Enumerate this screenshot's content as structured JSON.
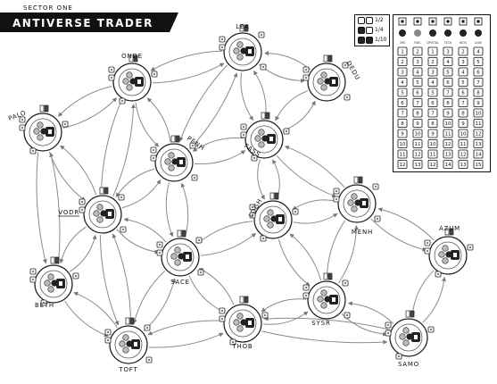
{
  "header": {
    "sector": "SECTOR ONE",
    "title": "ANTIVERSE TRADER"
  },
  "legend": [
    {
      "icon": "die-pair-icon",
      "filled": false,
      "text": "1/2"
    },
    {
      "icon": "die-pair-filled-icon",
      "filled": true,
      "text": "1/4"
    },
    {
      "icon": "die-pair-dark-icon",
      "filled": true,
      "text": "1/10"
    }
  ],
  "planets": [
    {
      "id": "lea",
      "name": "LEA"
    },
    {
      "id": "onde",
      "name": "ONDE"
    },
    {
      "id": "dedu",
      "name": "DEDU"
    },
    {
      "id": "palo",
      "name": "PALO"
    },
    {
      "id": "penh",
      "name": "PENH"
    },
    {
      "id": "fass",
      "name": "FASS"
    },
    {
      "id": "vodr",
      "name": "VODR"
    },
    {
      "id": "logh",
      "name": "LOGH"
    },
    {
      "id": "menh",
      "name": "MENH"
    },
    {
      "id": "azum",
      "name": "AZUM"
    },
    {
      "id": "sace",
      "name": "SACE"
    },
    {
      "id": "beth",
      "name": "BETH"
    },
    {
      "id": "sysr",
      "name": "SYSR"
    },
    {
      "id": "thob",
      "name": "THOB"
    },
    {
      "id": "toft",
      "name": "TOFT"
    },
    {
      "id": "samo",
      "name": "SAMO"
    }
  ],
  "routes": [
    [
      "onde",
      "lea"
    ],
    [
      "lea",
      "dedu"
    ],
    [
      "onde",
      "palo"
    ],
    [
      "onde",
      "penh"
    ],
    [
      "onde",
      "vodr"
    ],
    [
      "lea",
      "fass"
    ],
    [
      "lea",
      "penh"
    ],
    [
      "dedu",
      "fass"
    ],
    [
      "palo",
      "vodr"
    ],
    [
      "palo",
      "beth"
    ],
    [
      "penh",
      "vodr"
    ],
    [
      "penh",
      "sace"
    ],
    [
      "penh",
      "fass"
    ],
    [
      "fass",
      "logh"
    ],
    [
      "fass",
      "menh"
    ],
    [
      "vodr",
      "sace"
    ],
    [
      "vodr",
      "beth"
    ],
    [
      "vodr",
      "toft"
    ],
    [
      "logh",
      "sace"
    ],
    [
      "logh",
      "menh"
    ],
    [
      "logh",
      "sysr"
    ],
    [
      "menh",
      "azum"
    ],
    [
      "menh",
      "sysr"
    ],
    [
      "azum",
      "samo"
    ],
    [
      "sace",
      "thob"
    ],
    [
      "sace",
      "toft"
    ],
    [
      "beth",
      "toft"
    ],
    [
      "sysr",
      "thob"
    ],
    [
      "sysr",
      "samo"
    ],
    [
      "thob",
      "toft"
    ],
    [
      "thob",
      "samo"
    ]
  ],
  "price_table": {
    "goods_icons": [
      "square-icon",
      "rotated-square-icon",
      "hollow-square-icon",
      "crossed-square-icon",
      "bold-square-icon",
      "split-square-icon"
    ],
    "resource_icons": [
      "hex-resource-icon",
      "orb-resource-icon",
      "crystal-resource-icon",
      "atom-resource-icon",
      "spider-resource-icon",
      "star-resource-icon"
    ],
    "columns": [
      {
        "label": "ORE",
        "prices": [
          "1",
          "2",
          "3",
          "4",
          "5",
          "6",
          "7",
          "8",
          "9",
          "10",
          "11",
          "12"
        ]
      },
      {
        "label": "FUEL",
        "prices": [
          "2",
          "3",
          "4",
          "5",
          "6",
          "7",
          "8",
          "9",
          "10",
          "11",
          "12",
          "13"
        ]
      },
      {
        "label": "CRYSTAL",
        "prices": [
          "1",
          "2",
          "3",
          "4",
          "5",
          "6",
          "7",
          "8",
          "9",
          "10",
          "11",
          "12"
        ]
      },
      {
        "label": "TECH",
        "prices": [
          "3",
          "4",
          "5",
          "6",
          "7",
          "8",
          "9",
          "10",
          "11",
          "12",
          "13",
          "14"
        ]
      },
      {
        "label": "BIOS",
        "prices": [
          "2",
          "3",
          "4",
          "5",
          "6",
          "7",
          "8",
          "9",
          "10",
          "11",
          "12",
          "13"
        ]
      },
      {
        "label": "LUXE",
        "prices": [
          "4",
          "5",
          "6",
          "7",
          "8",
          "9",
          "10",
          "11",
          "12",
          "13",
          "14",
          "15"
        ]
      }
    ]
  }
}
